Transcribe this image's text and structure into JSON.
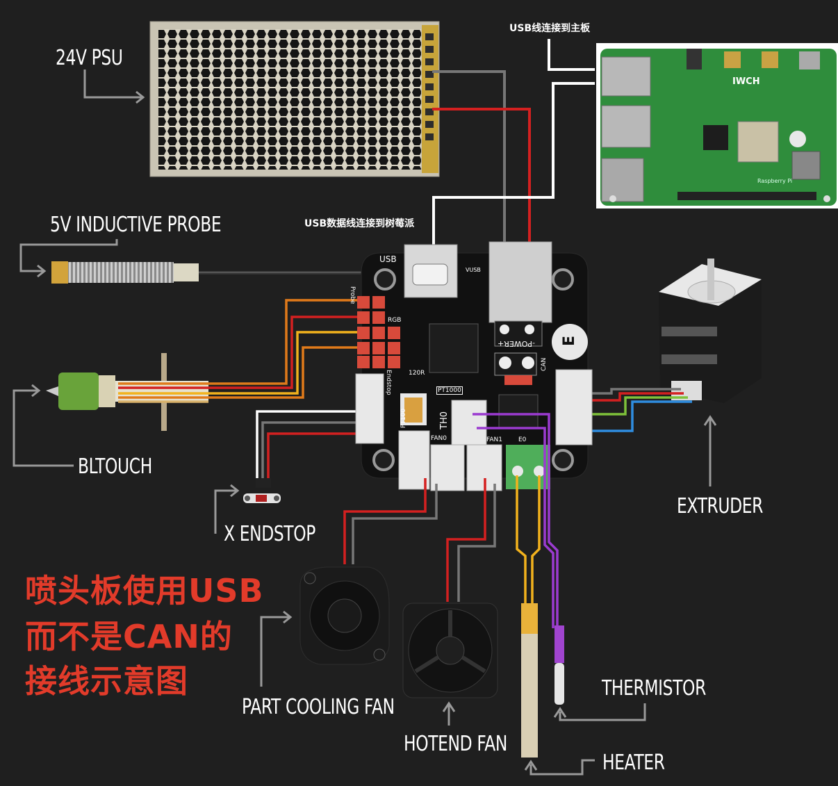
{
  "labels": {
    "psu": "24V PSU",
    "probe": "5V INDUCTIVE PROBE",
    "bltouch": "BLTOUCH",
    "x_endstop": "X ENDSTOP",
    "extruder": "EXTRUDER",
    "part_fan": "PART COOLING FAN",
    "hotend_fan": "HOTEND FAN",
    "thermistor": "THERMISTOR",
    "heater": "HEATER"
  },
  "notes": {
    "usb_to_mainboard": "USB线连接到主板",
    "usb_to_pi": "USB数据线连接到树莓派"
  },
  "title_lines": [
    "喷头板使用USB",
    "而不是CAN的",
    "接线示意图"
  ],
  "board": {
    "usb": "USB",
    "probe": "Probe",
    "rgb": "RGB",
    "endstop": "Endstop",
    "pt1000": "PT1000",
    "pt100": "PT100",
    "th0": "TH0",
    "fan0": "FAN0",
    "fan1": "FAN1",
    "e0": "E0",
    "can": "CAN",
    "power": "-POWER+",
    "r120": "120R",
    "vusb": "VUSB",
    "e_logo": "E"
  },
  "pi": {
    "logo": "IWCH",
    "brand": "Raspberry Pi"
  },
  "colors": {
    "background": "#1f1f1f",
    "title": "#e23b2a",
    "board": "#111111",
    "pi_board": "#2f8d3c",
    "wire_red": "#d42020",
    "wire_gray": "#777777",
    "wire_white": "#ffffff",
    "wire_orange": "#e07a1a",
    "wire_yellow": "#f2b21d",
    "wire_purple": "#9b3bd0",
    "wire_green": "#7ec13a",
    "wire_blue": "#2f8de0"
  }
}
